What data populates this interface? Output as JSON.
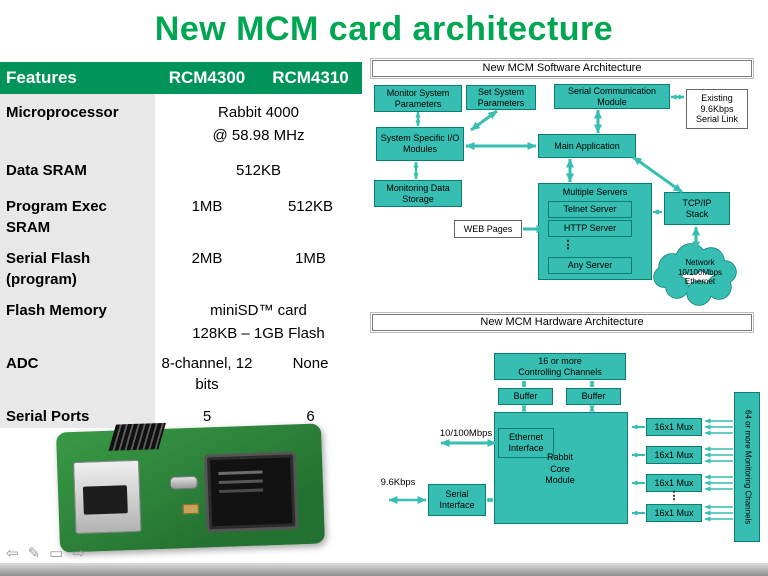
{
  "slide": {
    "title": "New MCM card architecture"
  },
  "table": {
    "headers": [
      "Features",
      "RCM4300",
      "RCM4310"
    ],
    "rows": [
      {
        "feature": "Microprocessor",
        "span": "Rabbit 4000\n@ 58.98 MHz"
      },
      {
        "feature": "Data SRAM",
        "span": "512KB"
      },
      {
        "feature": "Program Exec\nSRAM",
        "v1": "1MB",
        "v2": "512KB"
      },
      {
        "feature": "Serial Flash\n(program)",
        "v1": "2MB",
        "v2": "1MB"
      },
      {
        "feature": "Flash Memory",
        "span": "miniSD™ card\n128KB – 1GB Flash"
      },
      {
        "feature": "ADC",
        "v1": "8-channel, 12 bits",
        "v2": "None"
      },
      {
        "feature": "Serial Ports",
        "v1": "5",
        "v2": "6"
      }
    ]
  },
  "software_diagram": {
    "title": "New MCM Software Architecture",
    "boxes": {
      "monitor": "Monitor System\nParameters",
      "set": "Set System\nParameters",
      "serial_comm": "Serial Communication\nModule",
      "existing_link": "Existing\n9.6Kbps\nSerial Link",
      "system_io": "System Specific I/O\nModules",
      "main_app": "Main Application",
      "monitoring_storage": "Monitoring Data\nStorage",
      "multiple_servers": "Multiple Servers",
      "telnet_server": "Telnet Server",
      "http_server": "HTTP Server",
      "server_dots": "⋮",
      "any_server": "Any Server",
      "web_pages": "WEB Pages",
      "tcp_ip": "TCP/IP\nStack",
      "network_cloud": "Network\n10/100Mbps\nEthernet"
    }
  },
  "hardware_diagram": {
    "title": "New MCM Hardware Architecture",
    "boxes": {
      "controlling_channels": "16 or more\nControlling Channels",
      "buffer_label": "Buffer",
      "ethernet_interface": "Ethernet\nInterface",
      "core_module": "Rabbit\nCore\nModule",
      "serial_interface": "Serial\nInterface",
      "mux_label": "16x1 Mux",
      "mux_dots": "⋮",
      "monitoring_channels": "64 or more Monitoring Channels",
      "label_ethernet_speed": "10/100Mbps",
      "label_serial_speed": "9.6Kbps"
    }
  },
  "nav": {
    "back_icon": "⇦",
    "pen_icon": "✎",
    "slide_icon": "▭",
    "forward_icon": "⇨"
  },
  "colors": {
    "title_green": "#00A651",
    "table_header_green": "#00945A",
    "diagram_teal": "#35BEB1"
  }
}
